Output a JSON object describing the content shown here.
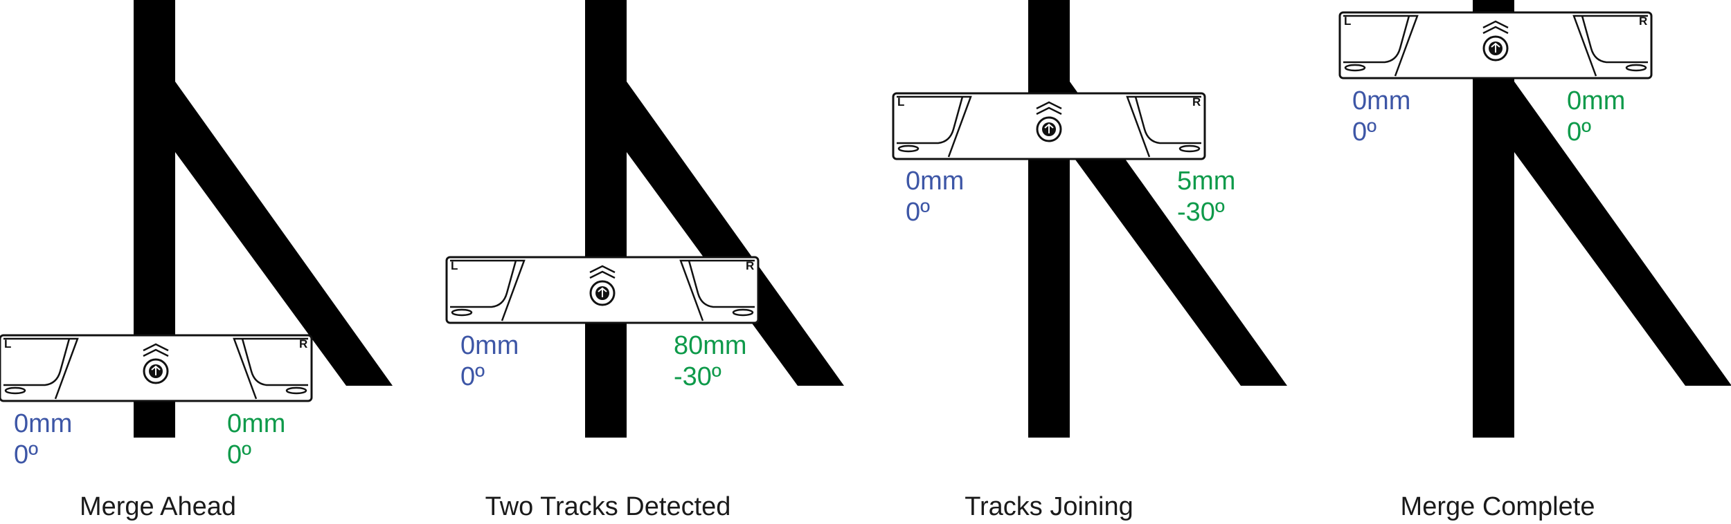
{
  "colors": {
    "left": "#3d56a6",
    "right": "#0e9a4a",
    "track": "#000000"
  },
  "sensor": {
    "left_mark": "L",
    "right_mark": "R"
  },
  "panels": [
    {
      "caption": "Merge Ahead",
      "left": {
        "offset": "0mm",
        "angle": "0º"
      },
      "right": {
        "offset": "0mm",
        "angle": "0º"
      }
    },
    {
      "caption": "Two Tracks Detected",
      "left": {
        "offset": "0mm",
        "angle": "0º"
      },
      "right": {
        "offset": "80mm",
        "angle": "-30º"
      }
    },
    {
      "caption": "Tracks Joining",
      "left": {
        "offset": "0mm",
        "angle": "0º"
      },
      "right": {
        "offset": "5mm",
        "angle": "-30º"
      }
    },
    {
      "caption": "Merge Complete",
      "left": {
        "offset": "0mm",
        "angle": "0º"
      },
      "right": {
        "offset": "0mm",
        "angle": "0º"
      }
    }
  ]
}
